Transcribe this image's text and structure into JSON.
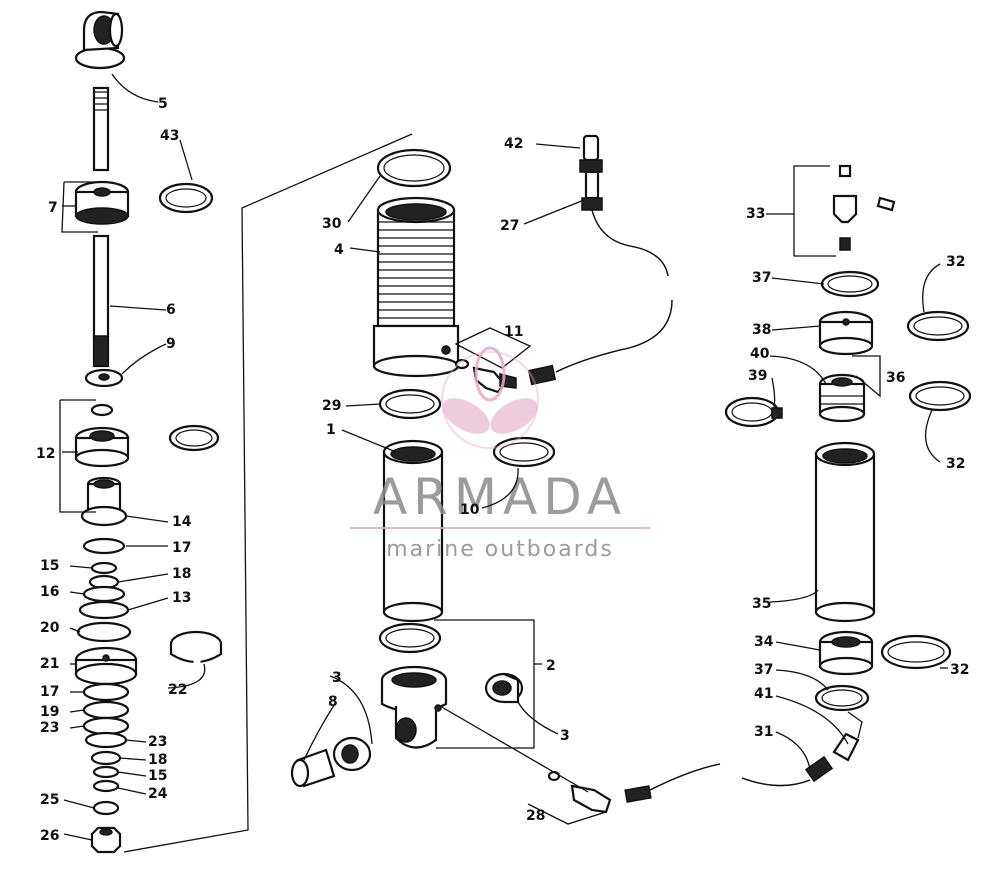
{
  "watermark": {
    "brand": "ARMADA",
    "tagline": "marine outboards",
    "logo_icon": "propeller-logo-icon",
    "colors": {
      "text": "#8a8a8a",
      "accent": "#e6a9c9"
    }
  },
  "callouts": {
    "c1": "1",
    "c2": "2",
    "c3a": "3",
    "c3b": "3",
    "c4": "4",
    "c5": "5",
    "c6": "6",
    "c7": "7",
    "c8": "8",
    "c9": "9",
    "c10": "10",
    "c11": "11",
    "c12": "12",
    "c13": "13",
    "c14": "14",
    "c15a": "15",
    "c15b": "15",
    "c16": "16",
    "c17a": "17",
    "c17b": "17",
    "c18a": "18",
    "c18b": "18",
    "c19": "19",
    "c20": "20",
    "c21": "21",
    "c22": "22",
    "c23a": "23",
    "c23b": "23",
    "c24": "24",
    "c25": "25",
    "c26": "26",
    "c27": "27",
    "c28": "28",
    "c29": "29",
    "c30": "30",
    "c31": "31",
    "c32a": "32",
    "c32b": "32",
    "c32c": "32",
    "c33": "33",
    "c34": "34",
    "c35": "35",
    "c36": "36",
    "c37a": "37",
    "c37b": "37",
    "c38": "38",
    "c39": "39",
    "c40": "40",
    "c41": "41",
    "c42": "42",
    "c43": "43"
  }
}
